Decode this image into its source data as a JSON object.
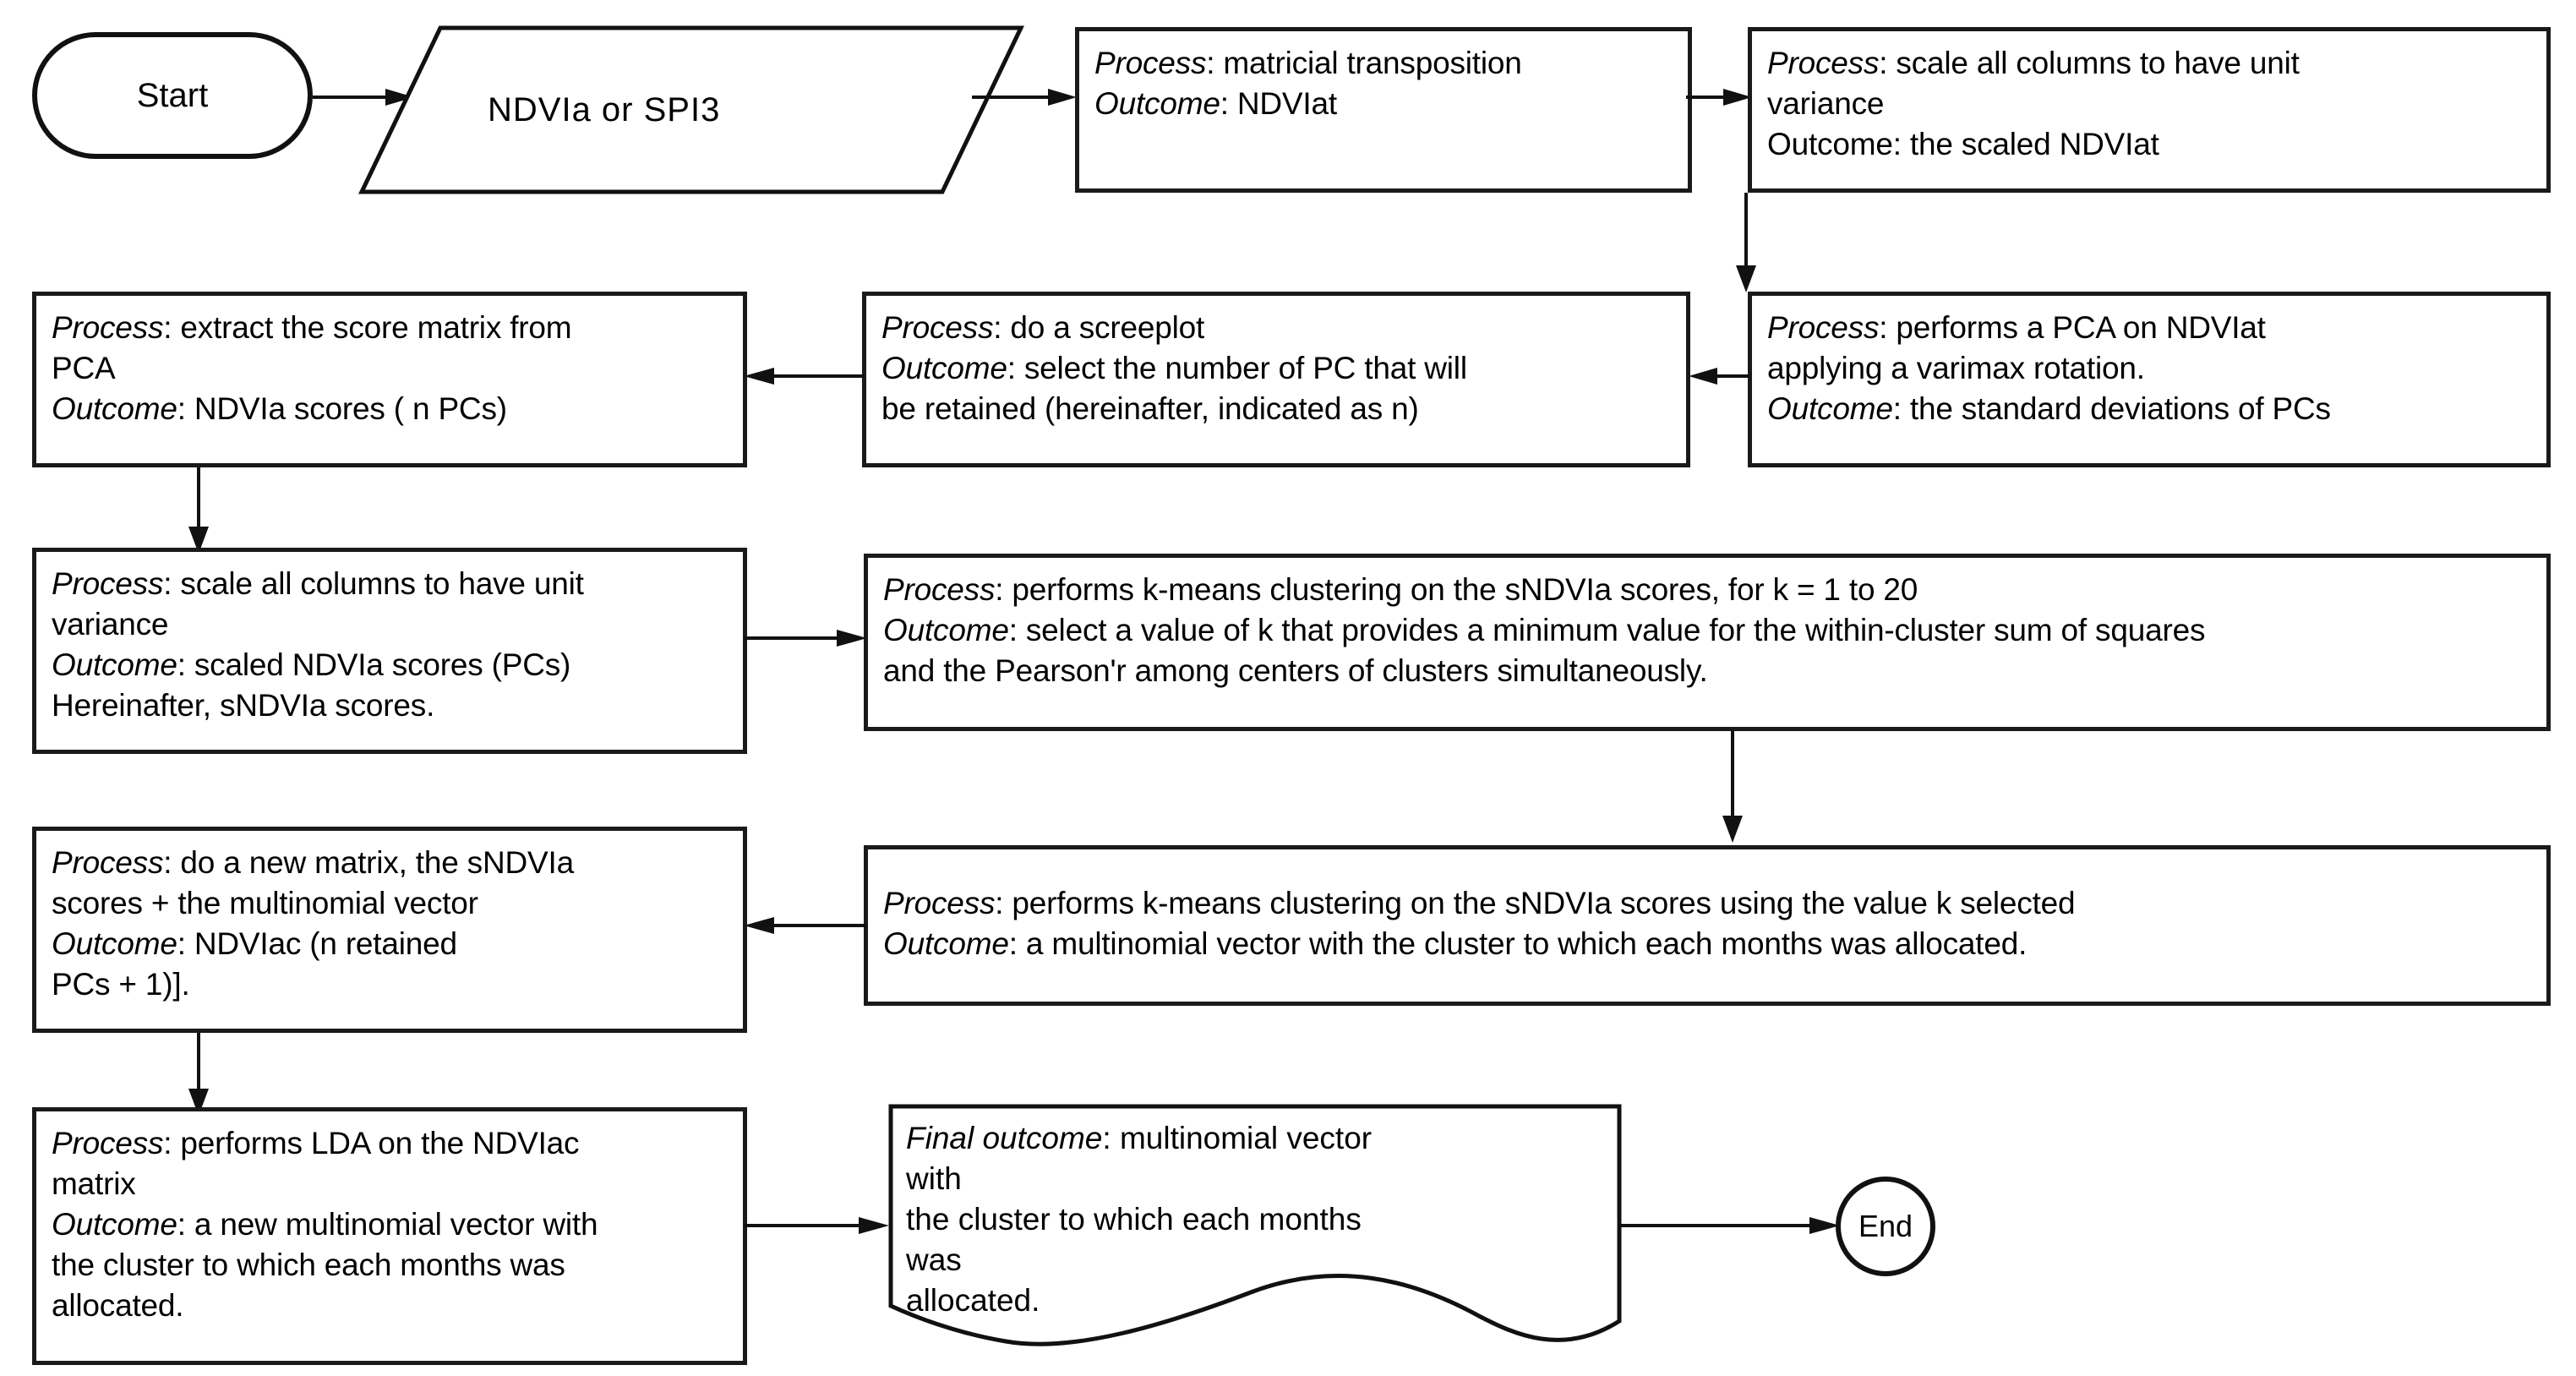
{
  "diagram": {
    "title": "NDVIa / SPI3 clustering workflow flowchart",
    "stroke_color": "#111111",
    "fill_color": "#ffffff"
  },
  "nodes": {
    "start": {
      "label": "Start",
      "shape": "terminator"
    },
    "input": {
      "label": "NDVIa  or  SPI3",
      "shape": "parallelogram"
    },
    "transpose": {
      "shape": "process",
      "lines": [
        {
          "kw": "Process",
          "text": ": matricial transposition"
        },
        {
          "kw": "Outcome",
          "text": ": NDVIat"
        }
      ]
    },
    "scale_ndviat": {
      "shape": "process",
      "lines": [
        {
          "kw": "Process",
          "text": ": scale all columns to have unit"
        },
        {
          "kw": "",
          "text": "variance"
        },
        {
          "kw": "",
          "text": "Outcome: the scaled NDVIat"
        }
      ]
    },
    "pca": {
      "shape": "process",
      "lines": [
        {
          "kw": "Process",
          "text": ": performs a PCA on NDVIat"
        },
        {
          "kw": "",
          "text": "applying a varimax rotation."
        },
        {
          "kw": "Outcome",
          "text": ": the standard deviations of PCs"
        }
      ]
    },
    "screeplot": {
      "shape": "process",
      "lines": [
        {
          "kw": "Process",
          "text": ": do a screeplot"
        },
        {
          "kw": "Outcome",
          "text": ": select the number of PC that will"
        },
        {
          "kw": "",
          "text": "be retained (hereinafter, indicated as n)"
        }
      ]
    },
    "score_matrix": {
      "shape": "process",
      "lines": [
        {
          "kw": "Process",
          "text": ": extract the score matrix from"
        },
        {
          "kw": "",
          "text": "PCA"
        },
        {
          "kw": "Outcome",
          "text": ": NDVIa scores ( n PCs)"
        }
      ]
    },
    "scale_scores": {
      "shape": "process",
      "lines": [
        {
          "kw": "Process",
          "text": ": scale all columns to have unit"
        },
        {
          "kw": "",
          "text": "variance"
        },
        {
          "kw": "Outcome",
          "text": ": scaled NDVIa scores (PCs)"
        },
        {
          "kw": "",
          "text": "Hereinafter, sNDVIa scores."
        }
      ]
    },
    "kmeans_sweep": {
      "shape": "process",
      "lines": [
        {
          "kw": "Process",
          "text": ": performs k-means clustering on the sNDVIa scores, for k = 1 to 20"
        },
        {
          "kw": "Outcome",
          "text": ": select a value of k that provides a minimum value for the within-cluster sum of squares"
        },
        {
          "kw": "",
          "text": "and the Pearson'r among centers of clusters simultaneously."
        }
      ]
    },
    "new_matrix": {
      "shape": "process",
      "lines": [
        {
          "kw": "Process",
          "text": ": do a new matrix, the sNDVIa"
        },
        {
          "kw": "",
          "text": "scores + the multinomial vector"
        },
        {
          "kw": "Outcome",
          "text": ": NDVIac (n retained"
        },
        {
          "kw": "",
          "text": "PCs + 1)]."
        }
      ]
    },
    "kmeans_final": {
      "shape": "process",
      "lines": [
        {
          "kw": "Process",
          "text": ": performs k-means clustering on the sNDVIa scores using the value k selected"
        },
        {
          "kw": "Outcome",
          "text": ": a multinomial vector with the cluster to which each months was allocated."
        }
      ]
    },
    "lda": {
      "shape": "process",
      "lines": [
        {
          "kw": "Process",
          "text": ": performs LDA on the NDVIac"
        },
        {
          "kw": "",
          "text": "matrix"
        },
        {
          "kw": "Outcome",
          "text": ": a new multinomial vector with"
        },
        {
          "kw": "",
          "text": "the cluster to which each months was"
        },
        {
          "kw": "",
          "text": "allocated."
        }
      ]
    },
    "final_outcome": {
      "shape": "document",
      "lines": [
        {
          "kw": "Final outcome",
          "text": ": multinomial vector with"
        },
        {
          "kw": "",
          "text": "the cluster to which each months was"
        },
        {
          "kw": "",
          "text": "allocated."
        }
      ]
    },
    "end": {
      "label": "End",
      "shape": "circle"
    }
  }
}
